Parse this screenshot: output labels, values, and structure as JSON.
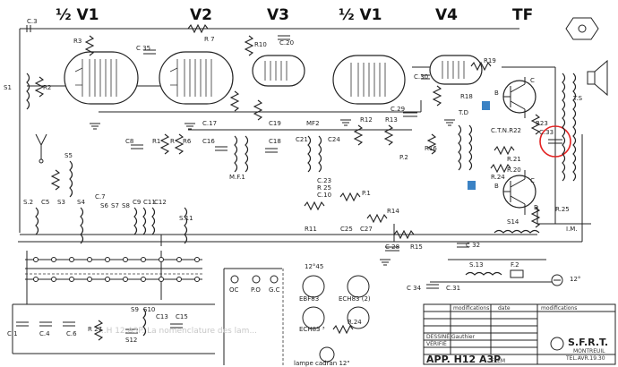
{
  "headers": [
    "½ V1",
    "V2",
    "V3",
    "½ V1",
    "V4",
    "TF"
  ],
  "labels": {
    "c3": "C.3",
    "r3": "R3",
    "r2": "R2",
    "s1": "S1",
    "c35": "C 35",
    "r7": "R 7",
    "r10": "R10",
    "c20": "C.20",
    "r19": "R19",
    "r18": "R18",
    "b1": "B",
    "c1t": "C",
    "td": "T.D",
    "c30": "C.30",
    "c29": "C.29",
    "r23": "R23",
    "c33": "C.33",
    "ts": "T.S",
    "ctnr22": "C.T.N.R22",
    "r21": "R.21",
    "r20": "R.20",
    "r24": "R.24",
    "r6": "R6",
    "rlabel": "R",
    "s9": "S9",
    "s10": "S10",
    "e1": "E",
    "r25": "R.25",
    "c17": "C.17",
    "c16": "C16",
    "c19": "C19",
    "mf1": "M.F.1",
    "c18": "C18",
    "mf2": "MF2",
    "c21": "C21",
    "c24": "C24",
    "r12": "R12",
    "r13": "R13",
    "c23": "C.23",
    "r25b": "R 25",
    "c10": "C.10",
    "p1": "P.1",
    "p2": "P.2",
    "r14": "R14",
    "r11": "R11",
    "c25": "C25",
    "c27": "C27",
    "c28": "C 28",
    "r15": "R15",
    "c32": "C 32",
    "s14": "S14",
    "im": "I.M.",
    "r16": "R16",
    "s13": "S.13",
    "f2": "F.2",
    "c34": "C 34",
    "c31": "C.31",
    "deg": "12°",
    "c8": "C8",
    "r1": "R1",
    "s5": "S5",
    "s2": "S.2",
    "s3": "S3",
    "c5": "C5",
    "c7": "C.7",
    "s4": "S4",
    "s6": "S6",
    "s7": "S7",
    "s8": "S8",
    "c9": "C9",
    "c11": "C11",
    "c12": "C12",
    "s11": "S.11",
    "c1": "C.1",
    "c4": "C.4",
    "c6": "C.6",
    "r27": "R 27",
    "s12": "S12",
    "c13": "C13",
    "c15": "C15",
    "v12": "12°45",
    "ebf83": "EBF83",
    "ech83": "ECH83 (2)",
    "ech83b": "ECH83 ³",
    "r24b": "R.24",
    "oc": "OC",
    "po": "P.O",
    "gc": "G.C",
    "lampe": "lampe cadran 12\"",
    "b2": "B",
    "c2": "C",
    "tblcols": [
      "modifications",
      "date",
      "modifications"
    ],
    "dessine": "DESSINÉ Gauthier",
    "verifie": "VÉRIFIÉ",
    "app": "APP. H12 A3P",
    "elem": "ELEM",
    "sfrt": "S.F.R.T.",
    "montreuil": "MONTREUIL",
    "tel": "TEL.AVR.19.30",
    "faint_text": "...H 12 A3P. La nomenclature des lam..."
  },
  "colors": {
    "ink": "#222222",
    "highlight": "#e32222",
    "blue": "#3b82c4"
  }
}
